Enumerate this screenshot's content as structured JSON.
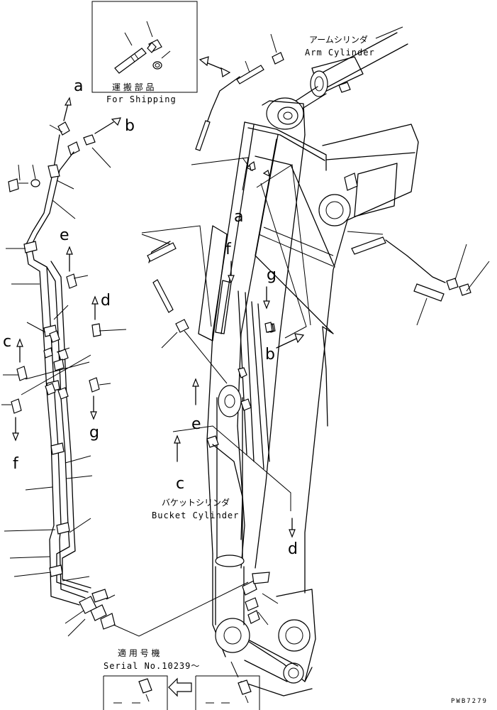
{
  "callouts": {
    "a": "a",
    "b": "b",
    "c": "c",
    "d": "d",
    "e": "e",
    "f": "f",
    "g": "g"
  },
  "shipping": {
    "jp": "運 搬 部 品",
    "en": "For Shipping"
  },
  "arm_cylinder": {
    "jp": "アームシリンダ",
    "en": "Arm Cylinder"
  },
  "bucket_cylinder": {
    "jp": "バケットシリンダ",
    "en": "Bucket Cylinder"
  },
  "serial": {
    "jp": "適 用 号 機",
    "en": "Serial No.10239～"
  },
  "drawing_code": "PWB7279"
}
